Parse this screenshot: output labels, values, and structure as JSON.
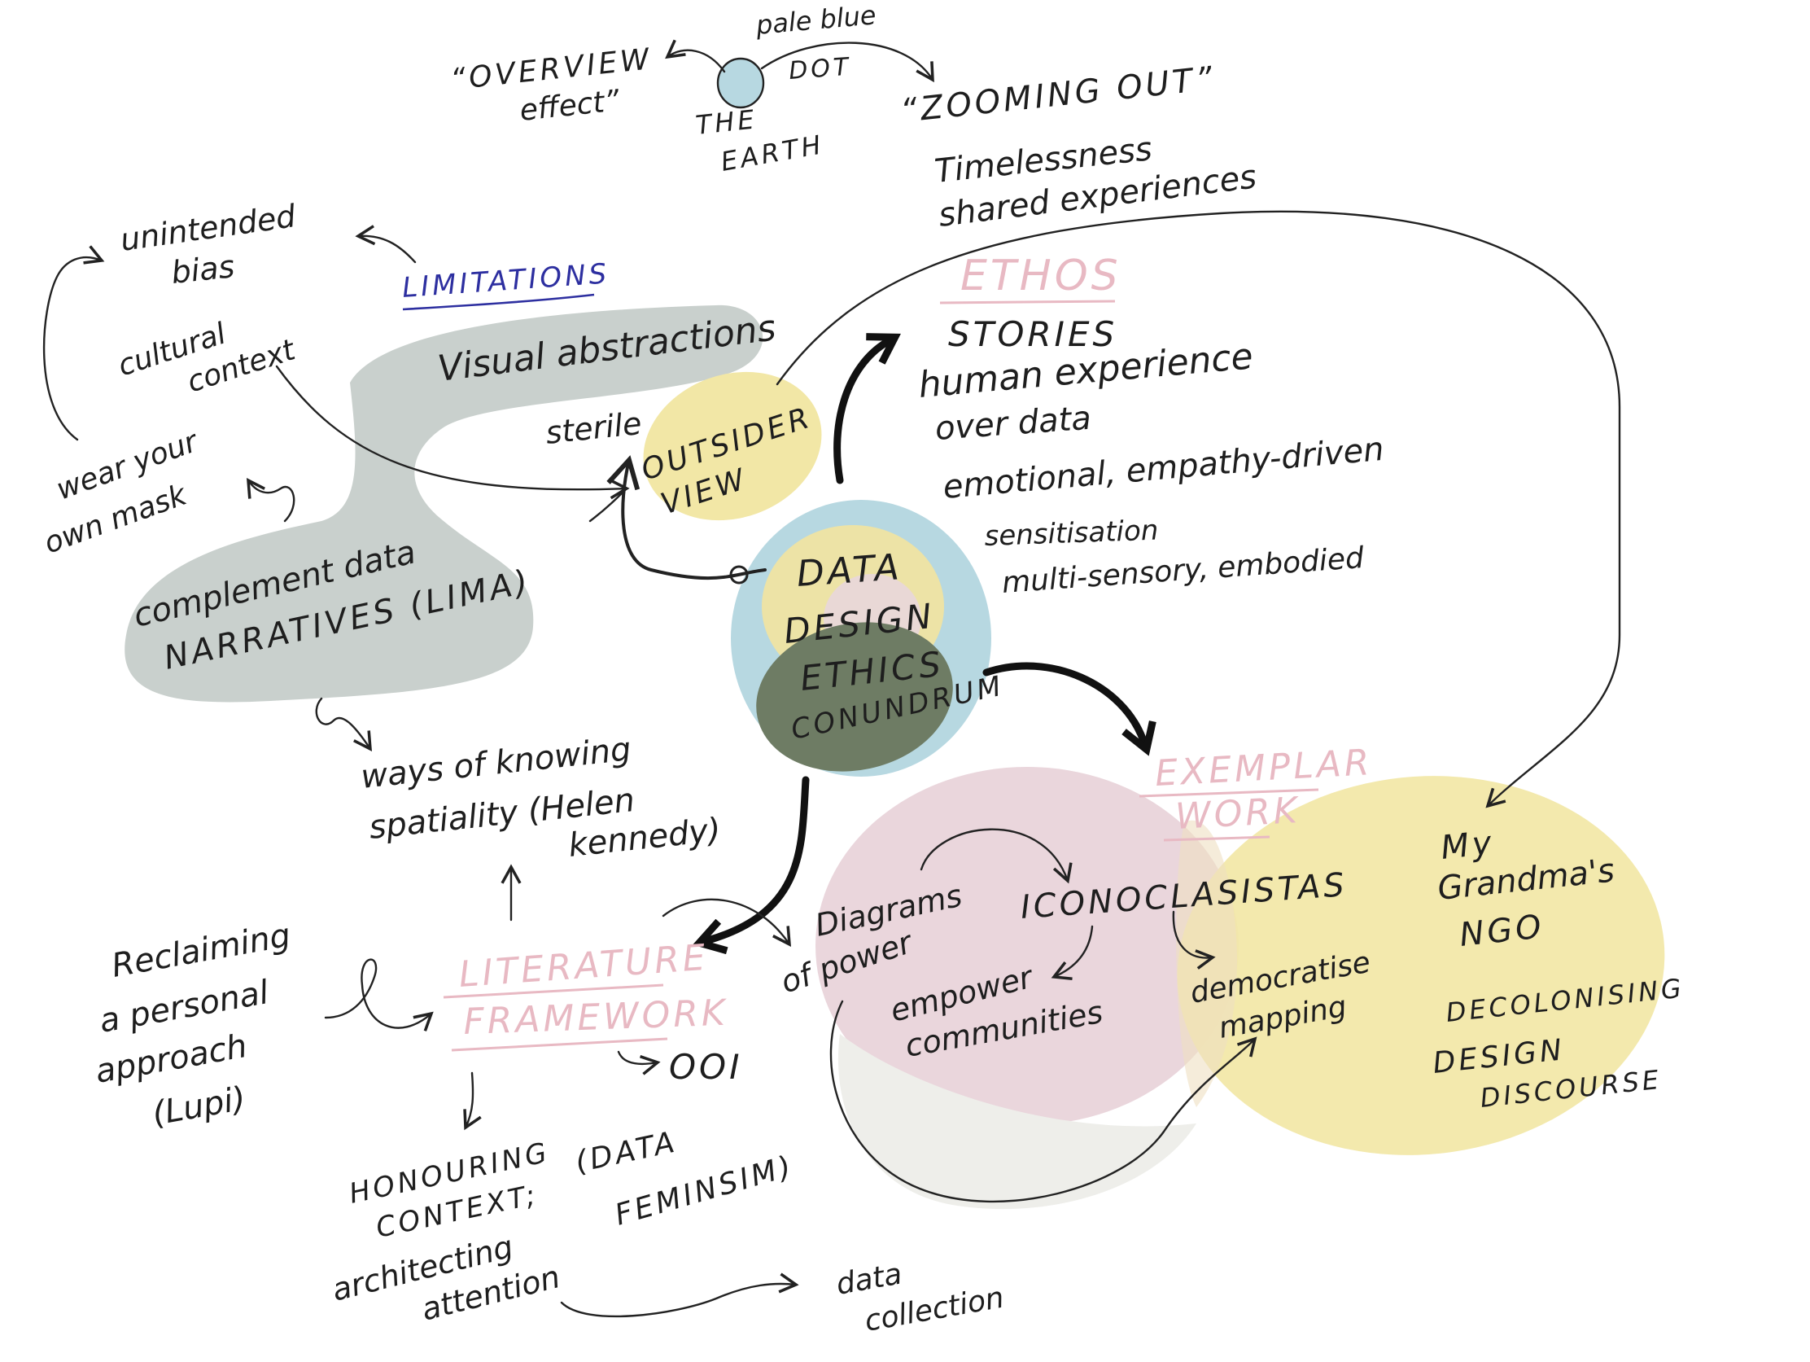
{
  "colors": {
    "grey_blob": "#c9d0cd",
    "yellow": "#f2e7a6",
    "light_blue": "#b7d8e1",
    "dark_green": "#6e7c64",
    "pink": "#ead6dc",
    "light_grey": "#eeeeea",
    "header_pink": "#e8b9c3",
    "limitations_blue": "#2d2fa0",
    "earth_dot": "#b7d8e1"
  },
  "top": {
    "pale_blue": "pale blue",
    "dot": "DOT",
    "the": "THE",
    "earth": "EARTH",
    "overview_1": "“OVERVIEW",
    "overview_2": "effect”",
    "zooming_out": "“ZOOMING OUT”",
    "timelessness": "Timelessness",
    "shared": "shared experiences"
  },
  "center": {
    "data": "DATA",
    "design": "DESIGN",
    "ethics": "ETHICS",
    "conundrum": "CONUNDRUM"
  },
  "outsider": {
    "sterile": "sterile",
    "outsider": "OUTSIDER",
    "view": "VIEW"
  },
  "limitations": {
    "header": "LIMITATIONS",
    "visual": "Visual abstractions",
    "unintended_1": "unintended",
    "unintended_2": "bias",
    "cultural_1": "cultural",
    "cultural_2": "context",
    "mask_1": "wear your",
    "mask_2": "own mask",
    "complement_1": "complement data",
    "complement_2": "NARRATIVES (LIMA)"
  },
  "ethos": {
    "header": "ETHOS",
    "stories": "STORIES",
    "human_1": "human experience",
    "human_2": "over data",
    "emotional": "emotional, empathy-driven",
    "sensitisation": "sensitisation",
    "multi": "multi-sensory, embodied"
  },
  "knowing": {
    "line1": "ways of knowing",
    "line2": "spatiality (Helen",
    "line3": "kennedy)"
  },
  "literature": {
    "header_1": "LITERATURE",
    "header_2": "FRAMEWORK",
    "reclaiming_1": "Reclaiming",
    "reclaiming_2": "a personal",
    "reclaiming_3": "approach",
    "reclaiming_4": "(Lupi)",
    "ooi": "OOI",
    "honouring_1": "HONOURING",
    "honouring_2": "CONTEXT;",
    "honouring_3": "architecting",
    "honouring_4": "attention",
    "feminism_1": "(DATA",
    "feminism_2": "FEMINSIM)",
    "collection_1": "data",
    "collection_2": "collection"
  },
  "exemplar": {
    "header_1": "EXEMPLAR",
    "header_2": "WORK",
    "diagrams_1": "Diagrams",
    "diagrams_2": "of power",
    "iconoclasistas": "ICONOCLASISTAS",
    "empower_1": "empower",
    "empower_2": "communities",
    "democratise_1": "democratise",
    "democratise_2": "mapping",
    "grandma_1": "My",
    "grandma_2": "Grandma's",
    "grandma_3": "NGO",
    "decolonising_1": "DECOLONISING",
    "decolonising_2": "DESIGN",
    "decolonising_3": "DISCOURSE"
  }
}
